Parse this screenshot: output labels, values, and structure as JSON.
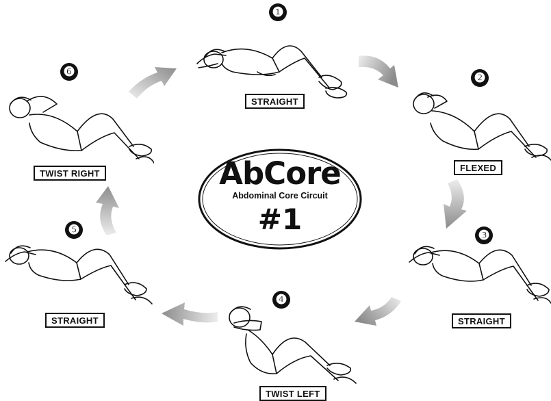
{
  "center": {
    "title": "AbCore",
    "subtitle": "Abdominal Core Circuit",
    "number": "#1"
  },
  "steps": [
    {
      "badge": "❶",
      "label": "STRAIGHT"
    },
    {
      "badge": "❷",
      "label": "FLEXED"
    },
    {
      "badge": "❸",
      "label": "STRAIGHT"
    },
    {
      "badge": "❹",
      "label": "TWIST LEFT"
    },
    {
      "badge": "❺",
      "label": "STRAIGHT"
    },
    {
      "badge": "❻",
      "label": "TWIST RIGHT"
    }
  ],
  "colors": {
    "ink": "#111111",
    "arrow_light": "#e6e6e6",
    "arrow_dark": "#8c8c8c",
    "background": "#ffffff"
  },
  "icons": [
    "crunch-figure",
    "curved-arrow"
  ]
}
